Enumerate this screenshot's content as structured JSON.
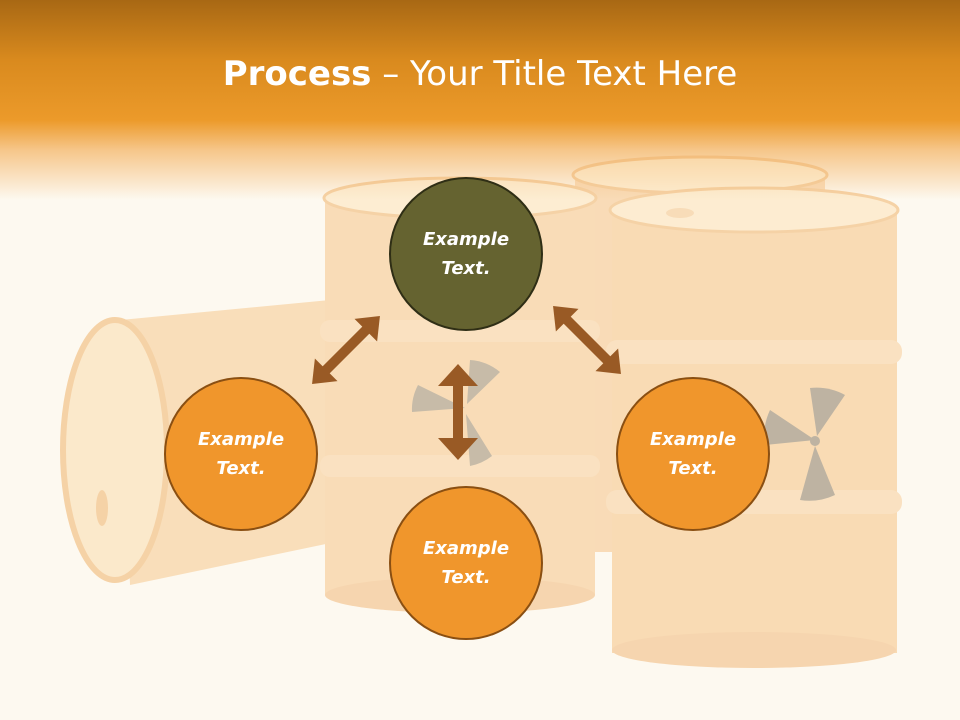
{
  "title": {
    "bold": "Process",
    "rest": " – Your Title Text Here"
  },
  "nodes": {
    "top": "Example Text.",
    "left": "Example Text.",
    "right": "Example Text.",
    "bottom": "Example Text."
  },
  "colors": {
    "header": "#e8931f",
    "node_top": "#656330",
    "node_other": "#f0962c",
    "arrow": "#995a25"
  }
}
